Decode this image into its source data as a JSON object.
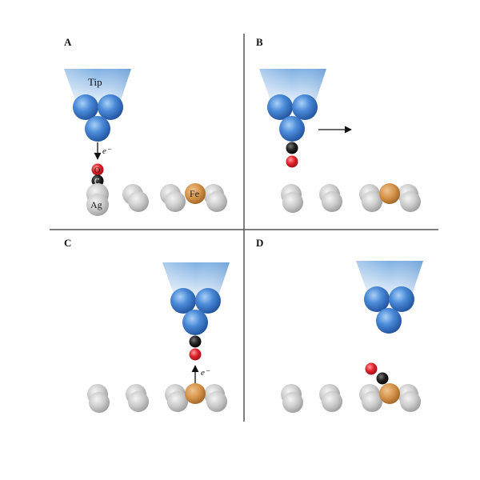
{
  "panels": {
    "a": {
      "label": "A"
    },
    "b": {
      "label": "B"
    },
    "c": {
      "label": "C"
    },
    "d": {
      "label": "D"
    }
  },
  "labels": {
    "tip": "Tip",
    "electron": "e⁻",
    "oxygen": "O",
    "carbon": "C",
    "silver": "Ag",
    "iron": "Fe"
  },
  "colors": {
    "tip_cone": "#9cc4ec",
    "tip_atom": "#3a78c8",
    "silver_atom": "#c8c8c8",
    "iron_atom": "#d4944c",
    "carbon_atom": "#1a1a1a",
    "oxygen_atom": "#d4202c",
    "divider": "#555555"
  }
}
